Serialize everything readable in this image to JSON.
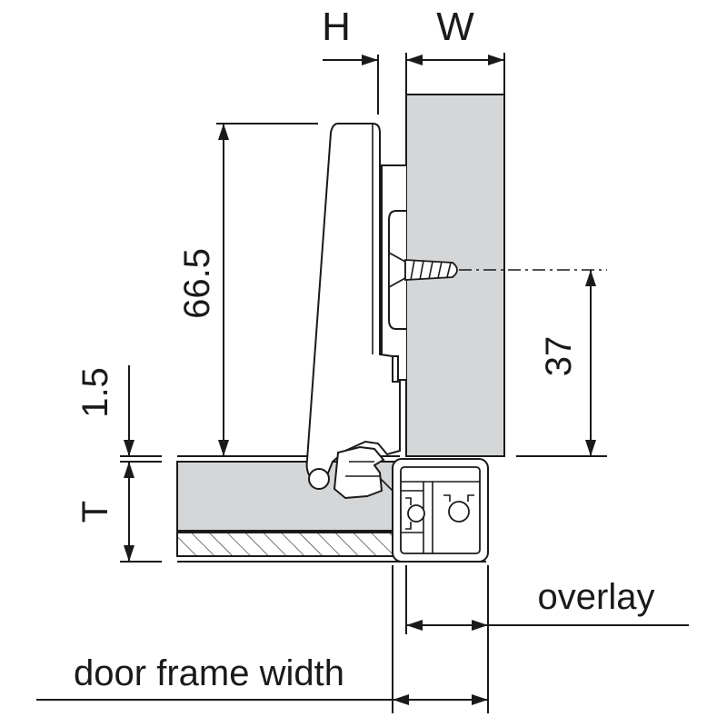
{
  "labels": {
    "h": "H",
    "w": "W",
    "dim_66_5": "66.5",
    "dim_1_5": "1.5",
    "dim_37": "37",
    "t": "T",
    "overlay": "overlay",
    "door_frame_width": "door frame width"
  },
  "colors": {
    "line": "#1a1a1a",
    "panel_fill": "#d4d6d8",
    "frame_fill": "#ffffff"
  }
}
